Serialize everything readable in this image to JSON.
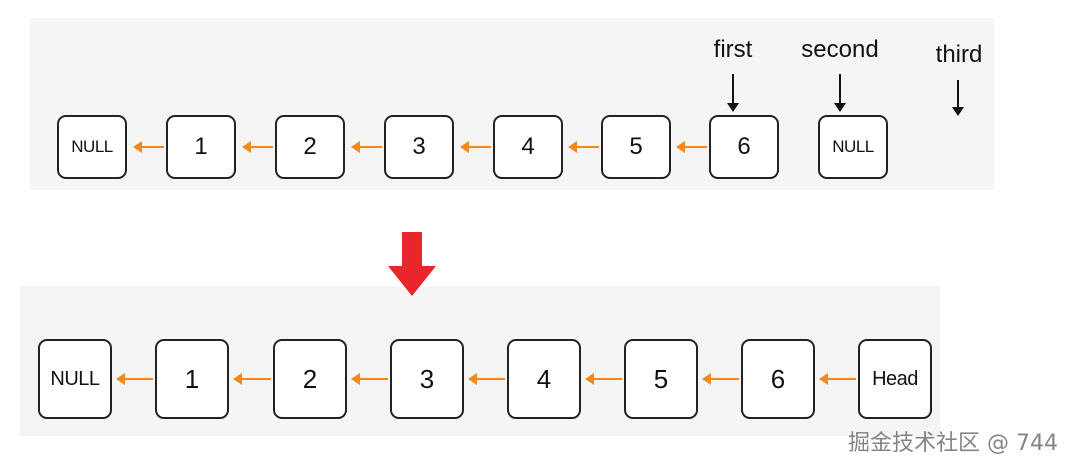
{
  "before": {
    "nodes": [
      "NULL",
      "1",
      "2",
      "3",
      "4",
      "5",
      "6",
      "NULL"
    ],
    "pointers": {
      "first": "first",
      "second": "second",
      "third": "third"
    }
  },
  "after": {
    "nodes": [
      "NULL",
      "1",
      "2",
      "3",
      "4",
      "5",
      "6",
      "Head"
    ]
  },
  "watermark": "掘金技术社区 @ 744",
  "colors": {
    "node_border": "#222222",
    "link_arrow": "#f08a1d",
    "transition_arrow": "#e8262b",
    "panel_background": "#f5f5f5"
  }
}
